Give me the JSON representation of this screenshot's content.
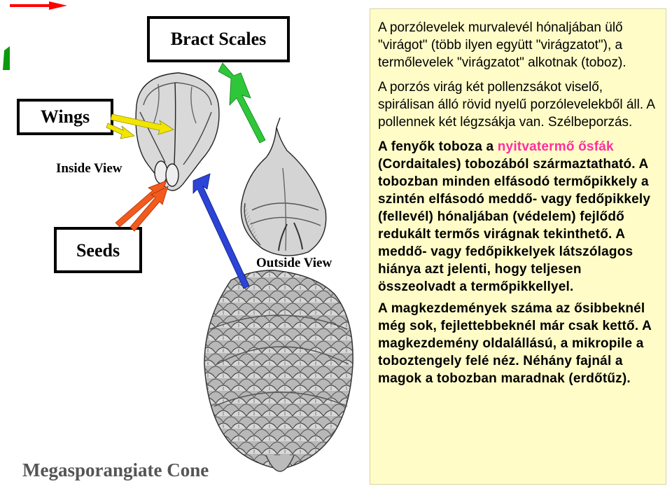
{
  "figure": {
    "labels": {
      "bract_scales": "Bract Scales",
      "wings": "Wings",
      "inside_view": "Inside View",
      "seeds": "Seeds",
      "outside_view": "Outside View",
      "caption": "Megasporangiate Cone"
    },
    "arrow_colors": {
      "wings": "#f2e600",
      "seeds": "#f25a1e",
      "bract": "#2ec73a",
      "outside": "#2c44d8",
      "corner_red": "#ff0000",
      "corner_green": "#0c9a0c"
    }
  },
  "text": {
    "p1": "A porzólevelek murvalevél hónaljában ülő \"virágot\" (több ilyen együtt \"virágzatot\"), a termőlevelek \"virágzatot\" alkotnak (toboz).",
    "p2": "A porzós virág két pollenzsákot viselő, spirálisan álló rövid nyelű porzólevelekből áll. A pollennek két légzsákja van. Szélbeporzás.",
    "p3_before": "A fenyők toboza a ",
    "p3_highlight": "nyitvatermő ősfák",
    "p3_after": " (Cordaitales) tobozából származtatható. A tobozban minden elfásodó termőpikkely a szintén elfásodó meddő- vagy fedőpikkely (fellevél) hónaljában (védelem) fejlődő redukált termős virágnak tekinthető. A meddő- vagy fedőpikkelyek látszólagos hiánya azt jelenti, hogy teljesen összeolvadt a termőpikkellyel.",
    "p4": "A magkezdemények száma az ősibbeknél még sok, fejlettebbeknél már csak kettő. A magkezdemény oldalállású, a mikropile a toboztengely felé néz. Néhány fajnál a magok a tobozban maradnak (erdőtűz).",
    "highlight_color": "#ff2fa0",
    "panel_color": "#fffcc8"
  }
}
